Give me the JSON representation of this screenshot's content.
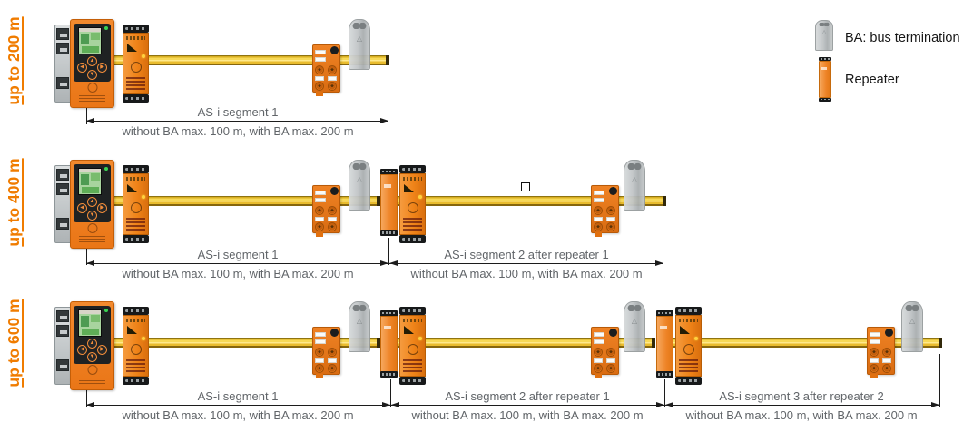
{
  "colors": {
    "accent_orange": "#f07c00",
    "bus_yellow": "#eec22f",
    "termination_grey": "#b9bdbf",
    "device_orange": "#ef8318",
    "dim_text_grey": "#616569"
  },
  "legend": {
    "ba": {
      "label": "BA: bus termination"
    },
    "repeater": {
      "label": "Repeater"
    }
  },
  "rows": [
    {
      "label": "up to 200 m",
      "segments": [
        {
          "title": "AS-i segment 1",
          "note": "without BA max. 100 m, with BA max. 200 m"
        }
      ]
    },
    {
      "label": "up to 400 m",
      "segments": [
        {
          "title": "AS-i segment 1",
          "note": "without BA max. 100 m, with BA max. 200 m"
        },
        {
          "title": "AS-i segment 2 after repeater 1",
          "note": "without BA max. 100 m, with BA max. 200 m"
        }
      ]
    },
    {
      "label": "up to 600 m",
      "segments": [
        {
          "title": "AS-i segment 1",
          "note": "without BA max. 100 m, with BA max. 200 m"
        },
        {
          "title": "AS-i segment 2 after repeater 1",
          "note": "without BA max. 100 m, with BA max. 200 m"
        },
        {
          "title": "AS-i segment 3 after repeater 2",
          "note": "without BA max. 100 m, with BA max. 200 m"
        }
      ]
    }
  ]
}
